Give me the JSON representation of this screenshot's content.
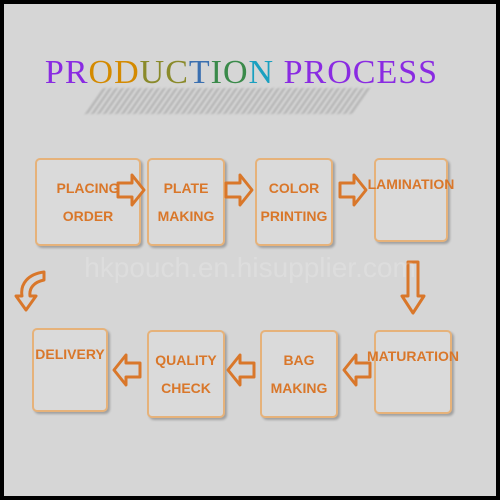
{
  "title": "PRODUCTION PROCESS",
  "title_colors": [
    "#8a2be2",
    "#8a2be2",
    "#d48a00",
    "#d48a00",
    "#8a8a2a",
    "#8a8a2a",
    "#3a6fb0",
    "#3a8a4a",
    "#3a8a4a",
    "#1aa0c0",
    "#aaa",
    "#8a2be2",
    "#8a2be2",
    "#8a2be2",
    "#8a2be2",
    "#8a2be2",
    "#8a2be2",
    "#8a2be2"
  ],
  "steps": {
    "placing_order": "PLACING\nORDER",
    "plate_making": "PLATE\nMAKING",
    "color_printing": "COLOR\nPRINTING",
    "lamination": "LAMINATION",
    "maturation": "MATURATION",
    "bag_making": "BAG\nMAKING",
    "quality_check": "QUALITY\nCHECK",
    "delivery": "DELIVERY"
  },
  "watermark": "hkpouch.en.hisupplier.com",
  "colors": {
    "text": "#d9772a",
    "border": "#e6b27a",
    "arrow": "#d9772a"
  }
}
